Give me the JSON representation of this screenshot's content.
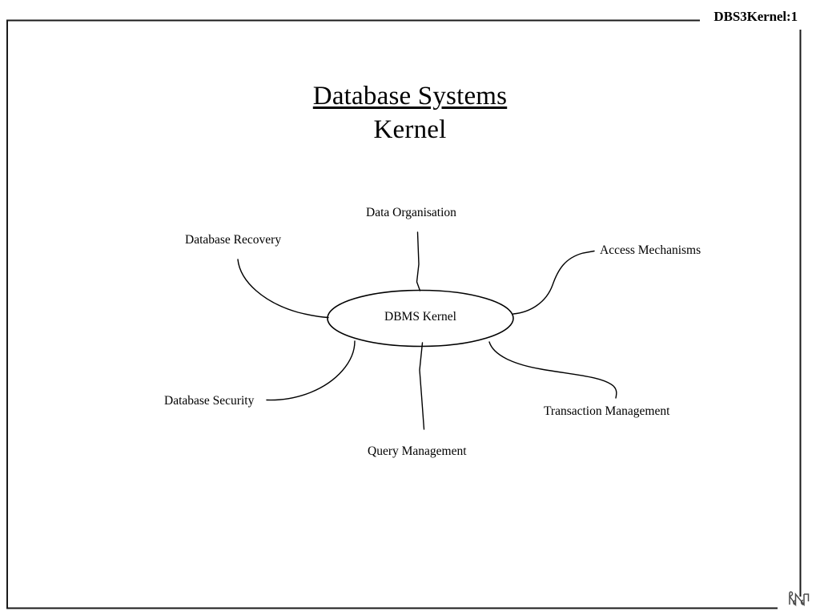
{
  "slide": {
    "header_code": "DBS3Kernel:1",
    "title_main": "Database Systems",
    "title_sub": "Kernel",
    "center_node": "DBMS Kernel",
    "corner_mark_name": "decorative-monogram"
  },
  "diagram": {
    "type": "radial-concept-map",
    "center": "DBMS Kernel",
    "nodes": [
      {
        "id": "data-organisation",
        "label": "Data Organisation",
        "position": "top"
      },
      {
        "id": "database-recovery",
        "label": "Database Recovery",
        "position": "top-left"
      },
      {
        "id": "access-mechanisms",
        "label": "Access Mechanisms",
        "position": "top-right"
      },
      {
        "id": "database-security",
        "label": "Database Security",
        "position": "bottom-left"
      },
      {
        "id": "transaction-management",
        "label": "Transaction Management",
        "position": "bottom-right"
      },
      {
        "id": "query-management",
        "label": "Query Management",
        "position": "bottom"
      }
    ]
  },
  "colors": {
    "ink": "#000000",
    "background": "#ffffff",
    "frame": "#1a1a1a"
  }
}
